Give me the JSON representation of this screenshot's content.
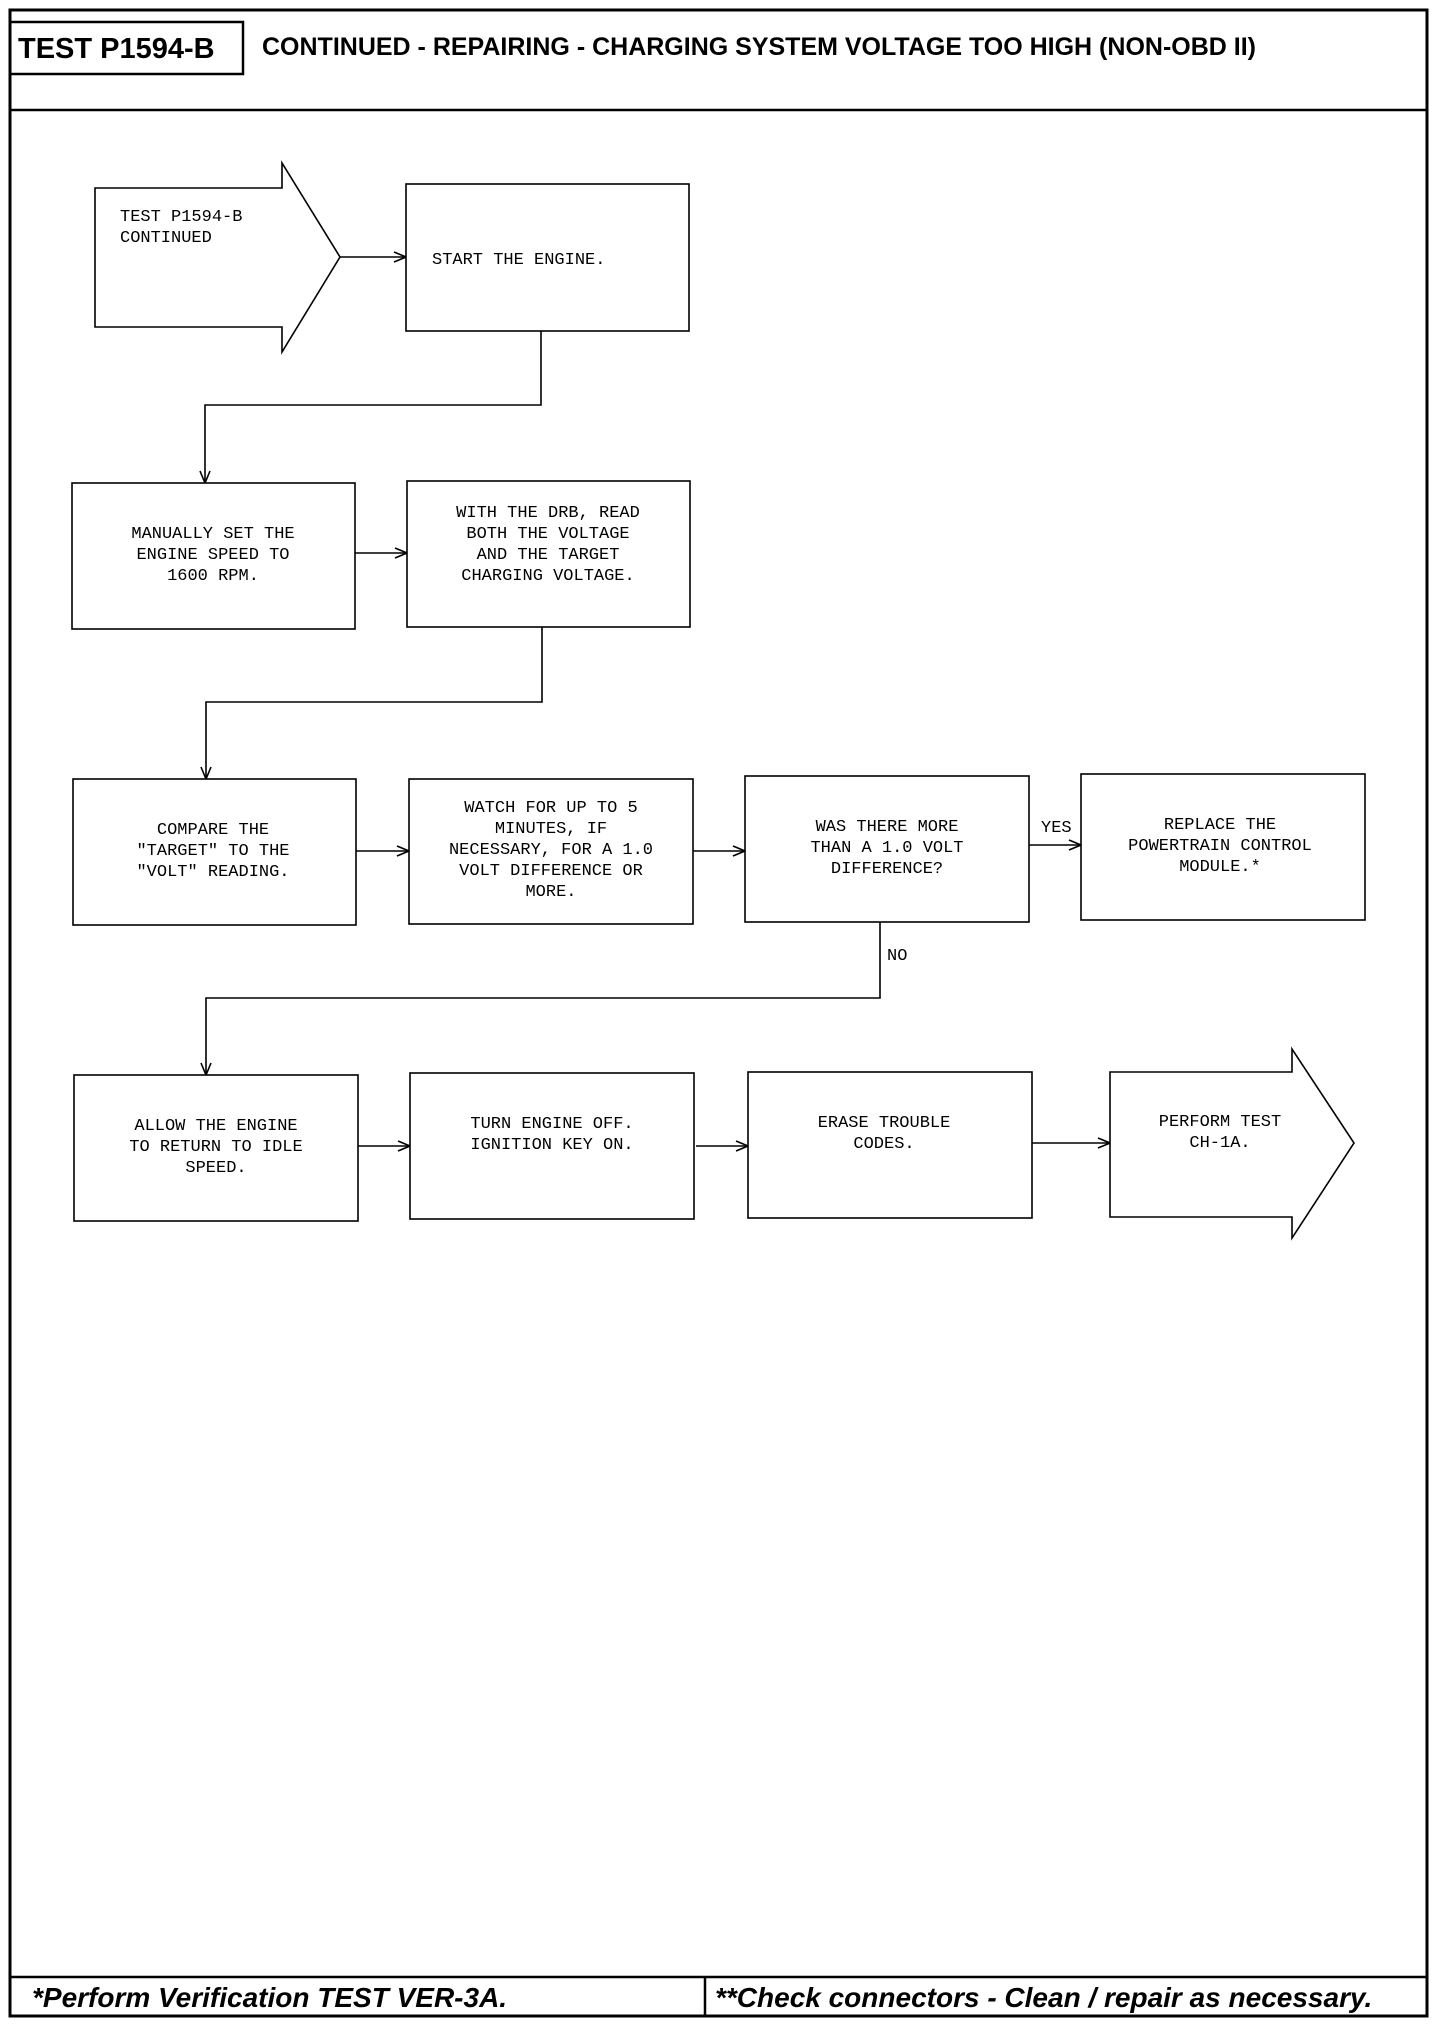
{
  "header": {
    "test_label": "TEST P1594-B",
    "title": "CONTINUED - REPAIRING - CHARGING SYSTEM VOLTAGE TOO HIGH (NON-OBD II)"
  },
  "flowchart": {
    "nodes": {
      "entry": [
        "TEST P1594-B",
        "CONTINUED"
      ],
      "start_engine": [
        "START THE ENGINE."
      ],
      "set_speed": [
        "MANUALLY SET THE",
        "ENGINE SPEED TO",
        "1600 RPM."
      ],
      "read_drb": [
        "WITH THE DRB, READ",
        "BOTH THE VOLTAGE",
        "AND THE TARGET",
        "CHARGING VOLTAGE."
      ],
      "compare": [
        "COMPARE THE",
        "\"TARGET\" TO THE",
        "\"VOLT\" READING."
      ],
      "watch": [
        "WATCH FOR UP TO 5",
        "MINUTES, IF",
        "NECESSARY, FOR A 1.0",
        "VOLT DIFFERENCE OR",
        "MORE."
      ],
      "decision": [
        "WAS THERE MORE",
        "THAN A 1.0 VOLT",
        "DIFFERENCE?"
      ],
      "replace_pcm": [
        "REPLACE THE",
        "POWERTRAIN CONTROL",
        "MODULE.*"
      ],
      "allow_idle": [
        "ALLOW THE ENGINE",
        "TO RETURN TO IDLE",
        "SPEED."
      ],
      "turn_off": [
        "TURN ENGINE OFF.",
        "IGNITION KEY ON."
      ],
      "erase_codes": [
        "ERASE TROUBLE",
        "CODES."
      ],
      "perform_test": [
        "PERFORM TEST",
        "CH-1A."
      ]
    },
    "labels": {
      "yes": "YES",
      "no": "NO"
    }
  },
  "footer": {
    "left": "*Perform Verification TEST VER-3A.",
    "right": "**Check connectors - Clean / repair as necessary."
  }
}
